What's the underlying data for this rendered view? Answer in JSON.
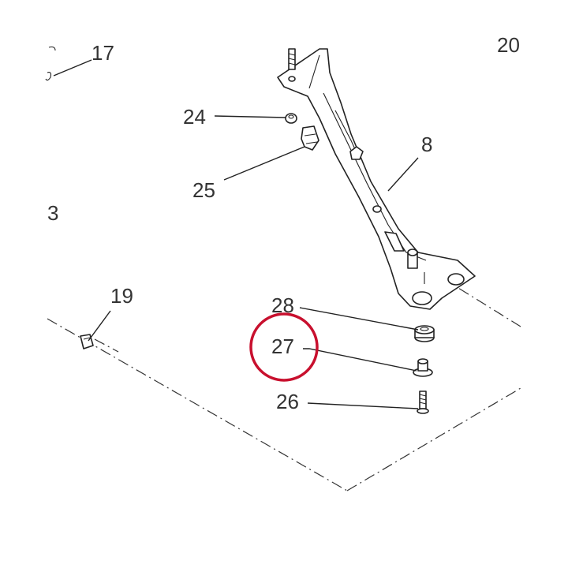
{
  "callouts": {
    "c17": "17",
    "c24": "24",
    "c25": "25",
    "c8": "8",
    "c3": "3",
    "c19": "19",
    "c28": "28",
    "c27": "27",
    "c26": "26",
    "c20_partial": "20"
  },
  "colors": {
    "highlight": "#c8102e",
    "line": "#222222",
    "text": "#333333"
  }
}
